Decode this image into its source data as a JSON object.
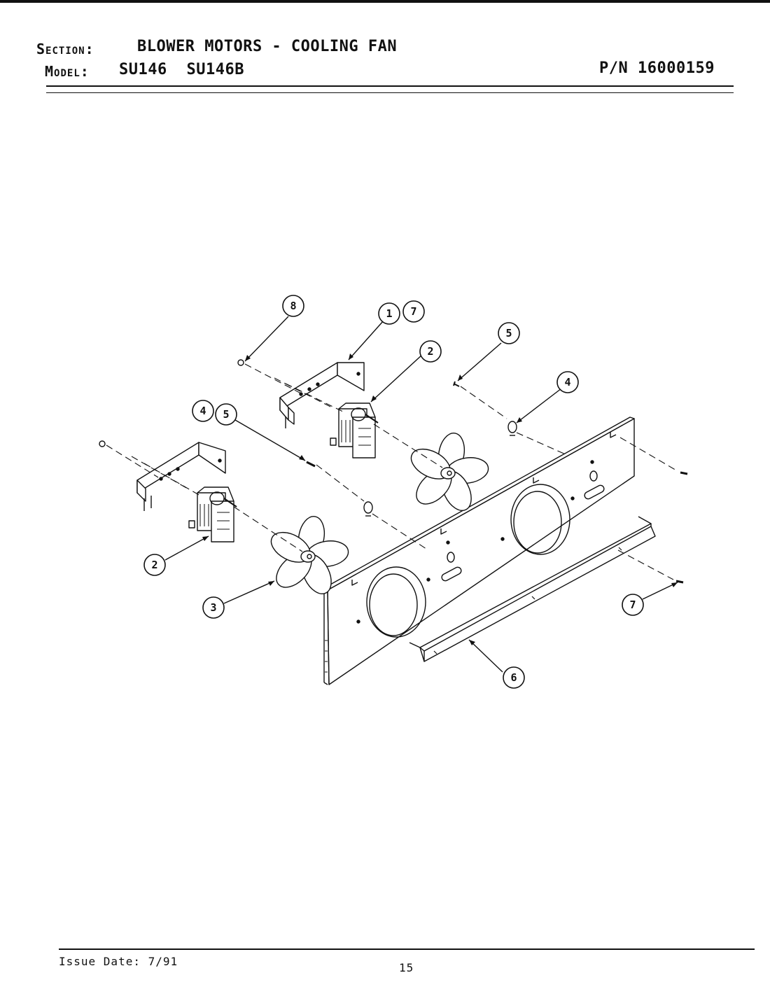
{
  "header": {
    "section_label": "Section:",
    "section_value": "BLOWER MOTORS - COOLING FAN",
    "model_label": "Model:",
    "model_value": "SU146  SU146B",
    "part_number": "P/N 16000159"
  },
  "footer": {
    "issue_date": "Issue Date: 7/91",
    "page_number": "15"
  },
  "callouts": {
    "c8": "8",
    "c1": "1",
    "c7a": "7",
    "c2a": "2",
    "c5a": "5",
    "c4a": "4",
    "c4b": "4",
    "c5b": "5",
    "c2b": "2",
    "c3": "3",
    "c7b": "7",
    "c6": "6"
  }
}
